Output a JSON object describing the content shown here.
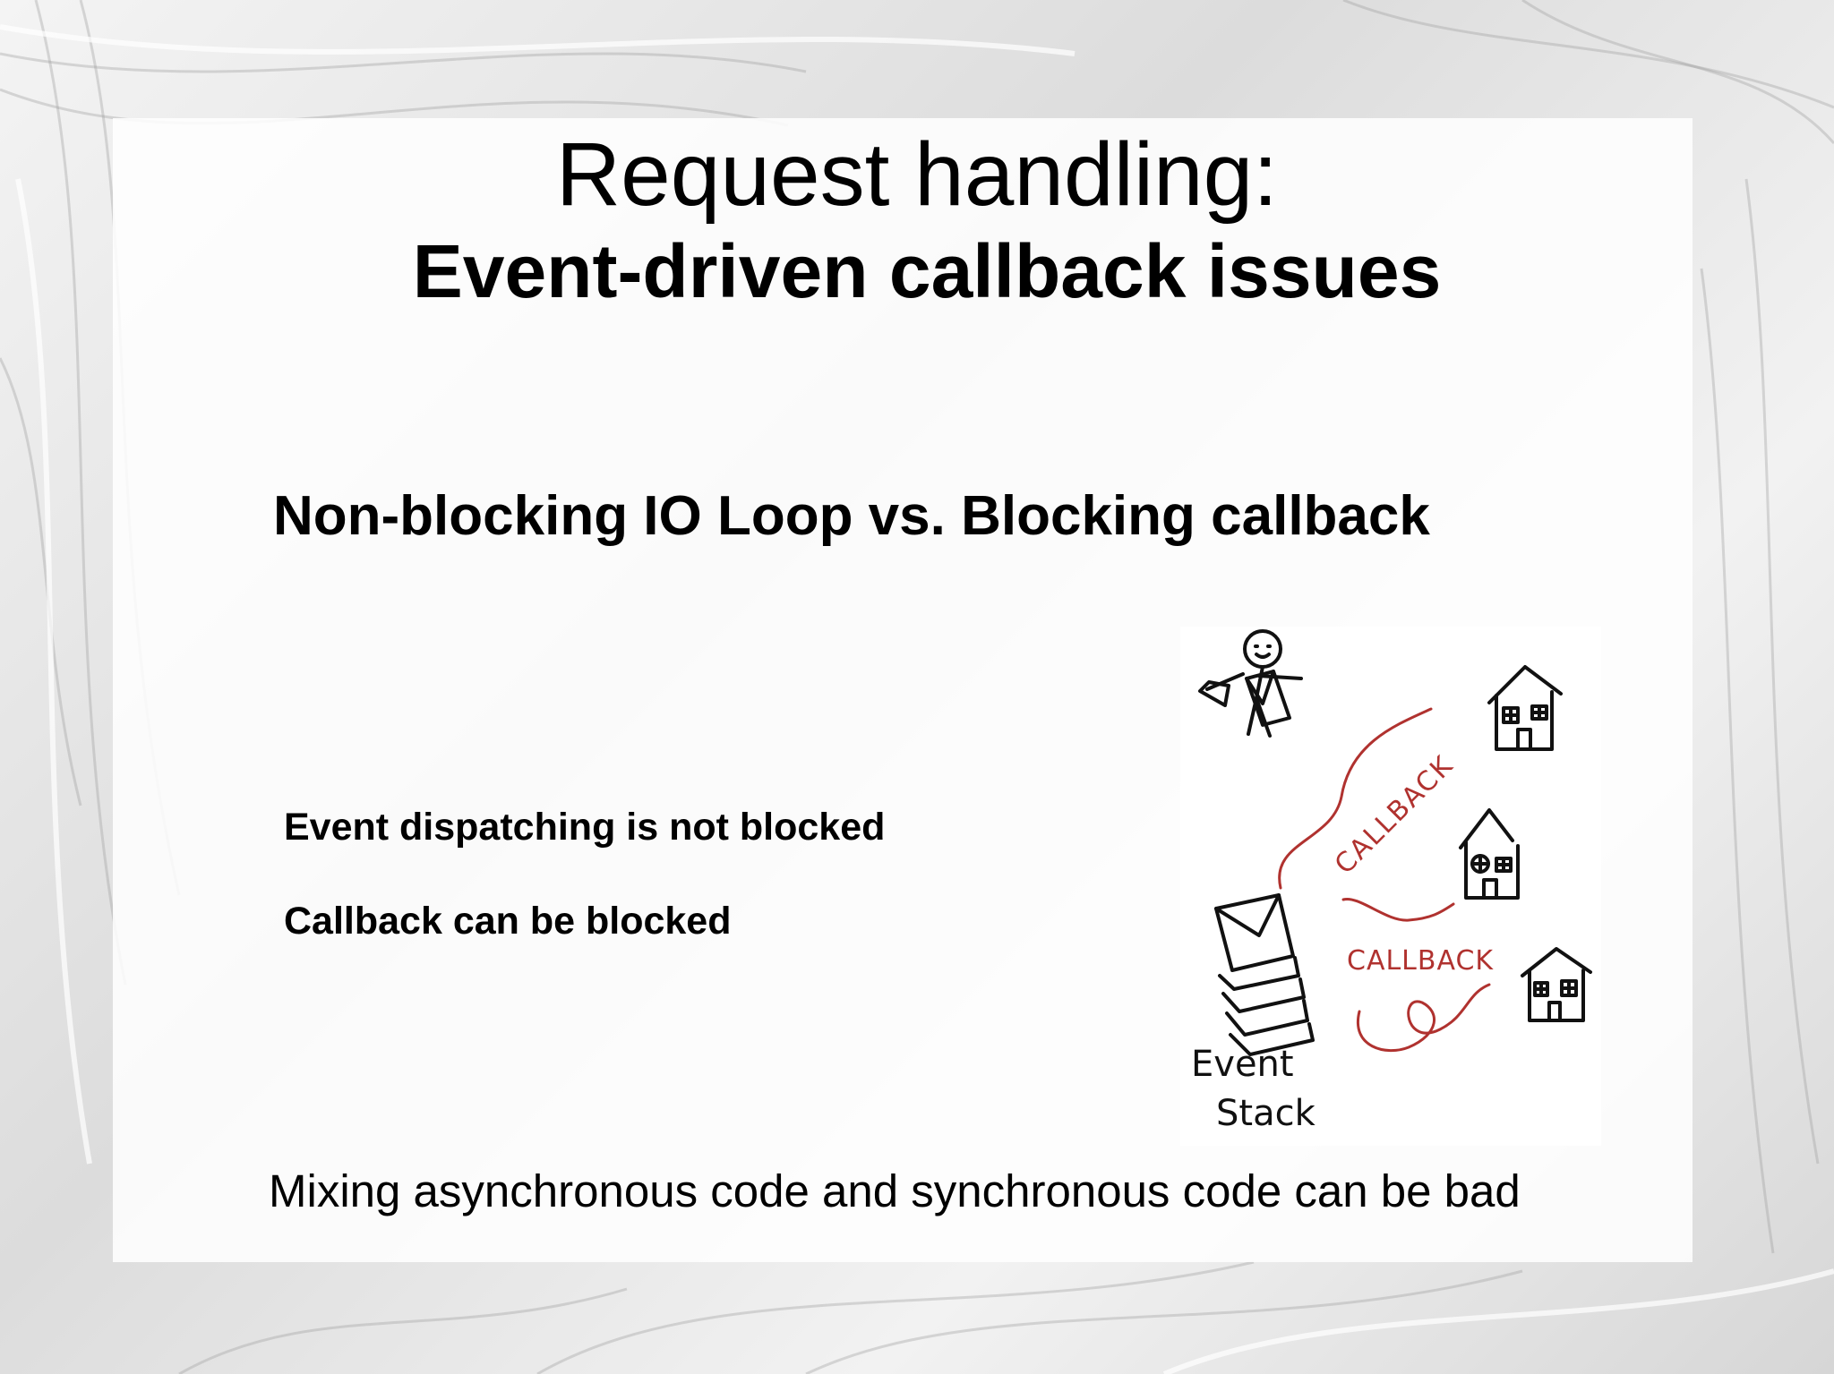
{
  "slide": {
    "title": "Request handling:",
    "subtitle": "Event-driven callback issues",
    "heading": "Non-blocking IO Loop vs. Blocking callback",
    "points": [
      "Event dispatching is not blocked",
      "Callback can be blocked"
    ],
    "footer": "Mixing asynchronous code and synchronous code can be bad"
  },
  "illustration": {
    "label_callback_1": "CALLBACK",
    "label_callback_2": "CALLBACK",
    "label_event": "Event",
    "label_stack": "Stack",
    "ink_color": "#111111",
    "accent_color": "#b0322f"
  }
}
